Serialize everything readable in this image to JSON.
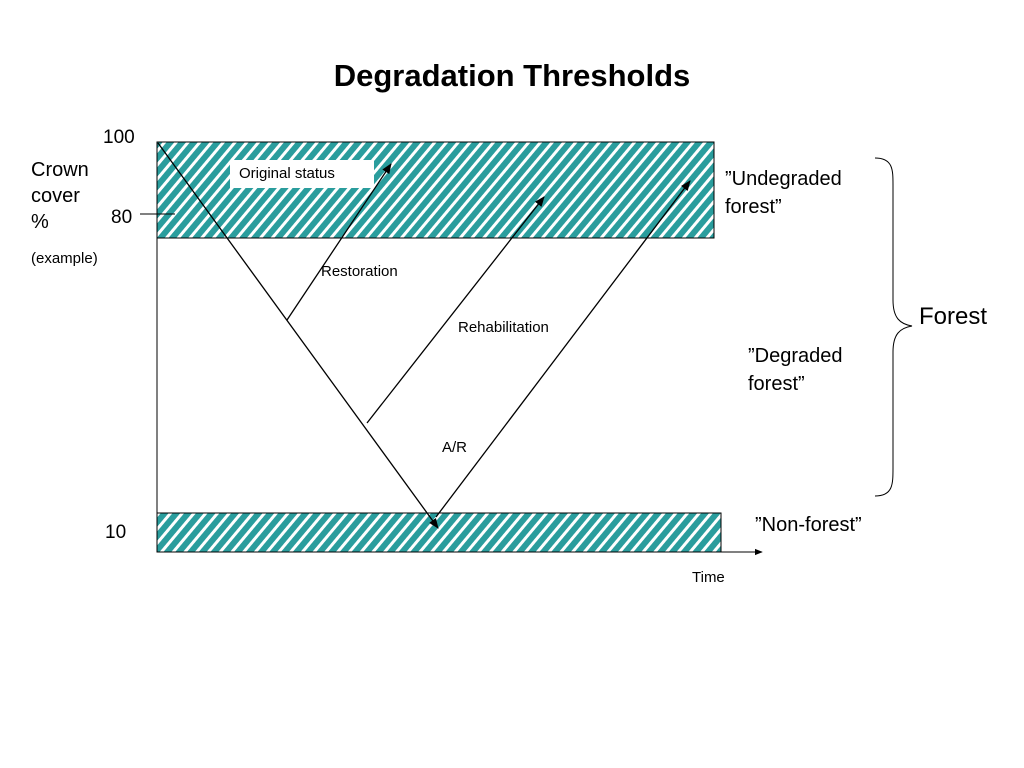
{
  "title": "Degradation Thresholds",
  "y_axis": {
    "label_lines": [
      "Crown",
      "cover",
      "%"
    ],
    "note": "(example)",
    "ticks": [
      "100",
      "80",
      "10"
    ]
  },
  "x_axis": {
    "label": "Time"
  },
  "status_box": "Original status",
  "arrow_labels": {
    "restoration": "Restoration",
    "rehabilitation": "Rehabilitation",
    "ar": "A/R"
  },
  "zones": {
    "undegraded_lines": [
      "”Undegraded",
      "forest”"
    ],
    "degraded_lines": [
      "”Degraded",
      "forest”"
    ],
    "nonforest": "”Non-forest”",
    "forest": "Forest"
  },
  "colors": {
    "band_fill": "#2a9d9d",
    "hatch": "#ffffff",
    "line": "#000000"
  }
}
